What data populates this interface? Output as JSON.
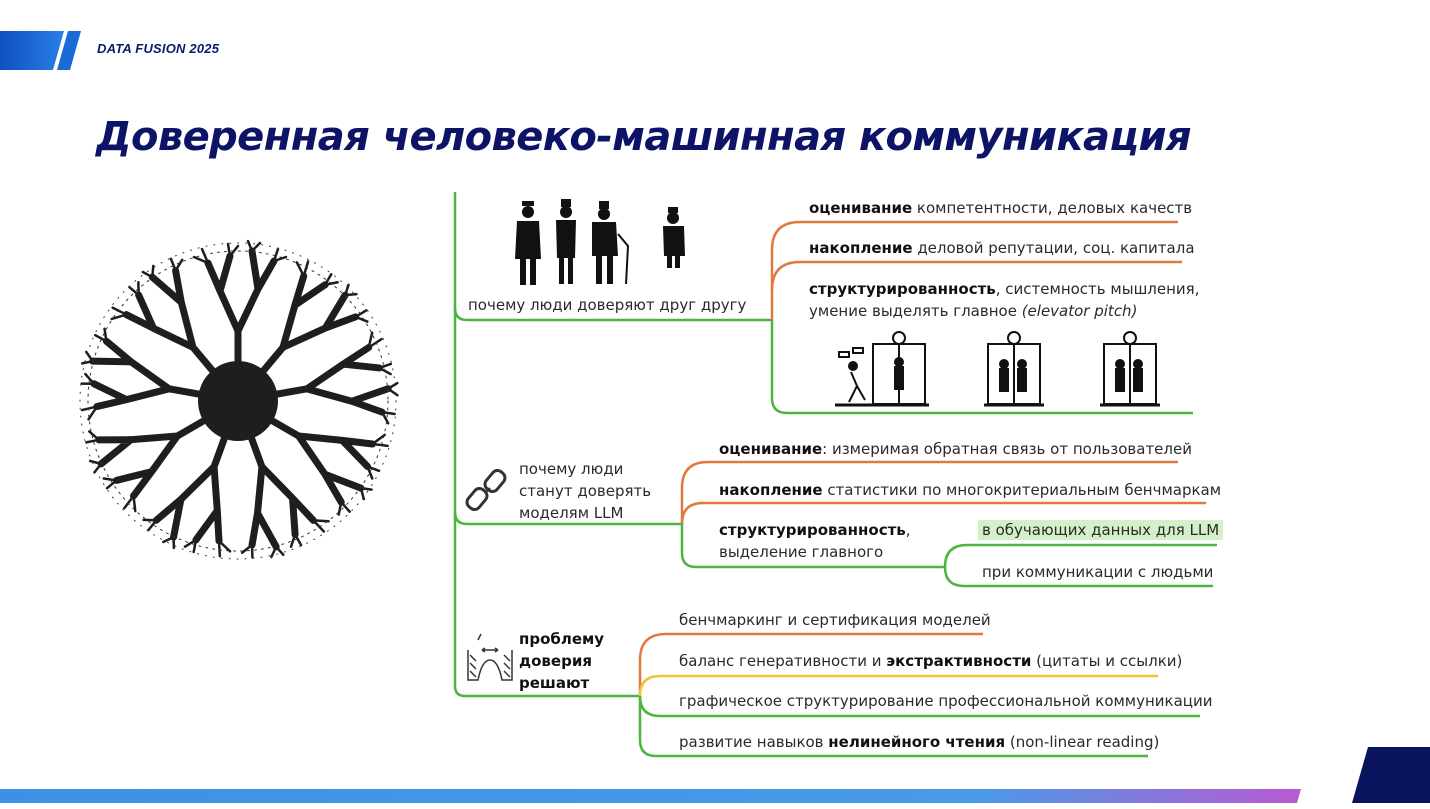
{
  "header": {
    "event": "DATA FUSION 2025"
  },
  "title": "Доверенная человеко-машинная коммуникация",
  "colors": {
    "navy": "#0d1366",
    "blue": "#1a63d6",
    "green": "#4cb53f",
    "orange": "#e07a3a",
    "yellow": "#f2c230",
    "highlight": "#d4f0c9"
  },
  "section1": {
    "label": "почему люди доверяют друг другу",
    "branches": [
      {
        "bold": "оценивание",
        "rest": " компетентности, деловых качеств"
      },
      {
        "bold": "накопление",
        "rest": " деловой репутации, соц. капитала"
      },
      {
        "bold": "структурированность",
        "rest": ", системность мышления,",
        "line2": "умение выделять главное ",
        "line2_italic": "(elevator pitch)"
      }
    ]
  },
  "section2": {
    "label_lines": [
      "почему люди",
      "станут доверять",
      "моделям LLM"
    ],
    "branches": [
      {
        "bold": "оценивание",
        "rest": ": измеримая обратная связь от пользователей"
      },
      {
        "bold": "накопление",
        "rest": " статистики по многокритериальным бенчмаркам"
      },
      {
        "bold": "структурированность",
        "rest": ",",
        "line2": "выделение главного"
      }
    ],
    "sub_branches": [
      "в обучающих данных для LLM",
      "при коммуникации с людьми"
    ]
  },
  "section3": {
    "label_lines": [
      "проблему",
      "доверия",
      "решают"
    ],
    "branches": [
      {
        "text": "бенчмаркинг и сертификация моделей"
      },
      {
        "pre": "баланс генеративности и ",
        "bold": "экстрактивности",
        "post": " (цитаты и ссылки)"
      },
      {
        "text": "графическое структурирование профессиональной коммуникации"
      },
      {
        "pre": "развитие навыков ",
        "bold": "нелинейного чтения",
        "post": " (non-linear reading)"
      }
    ]
  }
}
